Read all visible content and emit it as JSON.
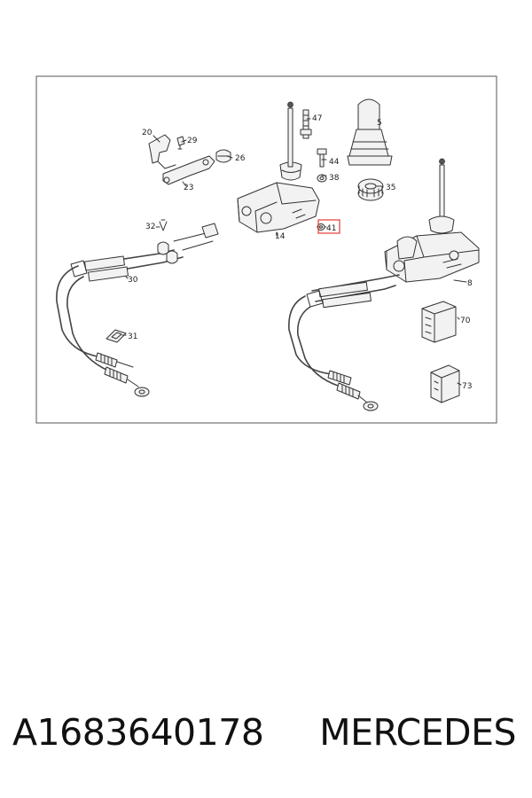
{
  "diagram": {
    "callouts": [
      {
        "id": "c20",
        "label": "20"
      },
      {
        "id": "c29",
        "label": "29"
      },
      {
        "id": "c26",
        "label": "26"
      },
      {
        "id": "c23",
        "label": "23"
      },
      {
        "id": "c47",
        "label": "47"
      },
      {
        "id": "c5",
        "label": "5"
      },
      {
        "id": "c44",
        "label": "44"
      },
      {
        "id": "c38",
        "label": "38"
      },
      {
        "id": "c35",
        "label": "35"
      },
      {
        "id": "c32",
        "label": "32"
      },
      {
        "id": "c14",
        "label": "14"
      },
      {
        "id": "c41",
        "label": "41"
      },
      {
        "id": "c30",
        "label": "30"
      },
      {
        "id": "c8",
        "label": "8"
      },
      {
        "id": "c70",
        "label": "70"
      },
      {
        "id": "c31",
        "label": "31"
      },
      {
        "id": "c73",
        "label": "73"
      }
    ],
    "highlight_label": "41",
    "highlight_color": "#e53935"
  },
  "footer": {
    "part_number": "A1683640178",
    "brand": "MERCEDES"
  }
}
